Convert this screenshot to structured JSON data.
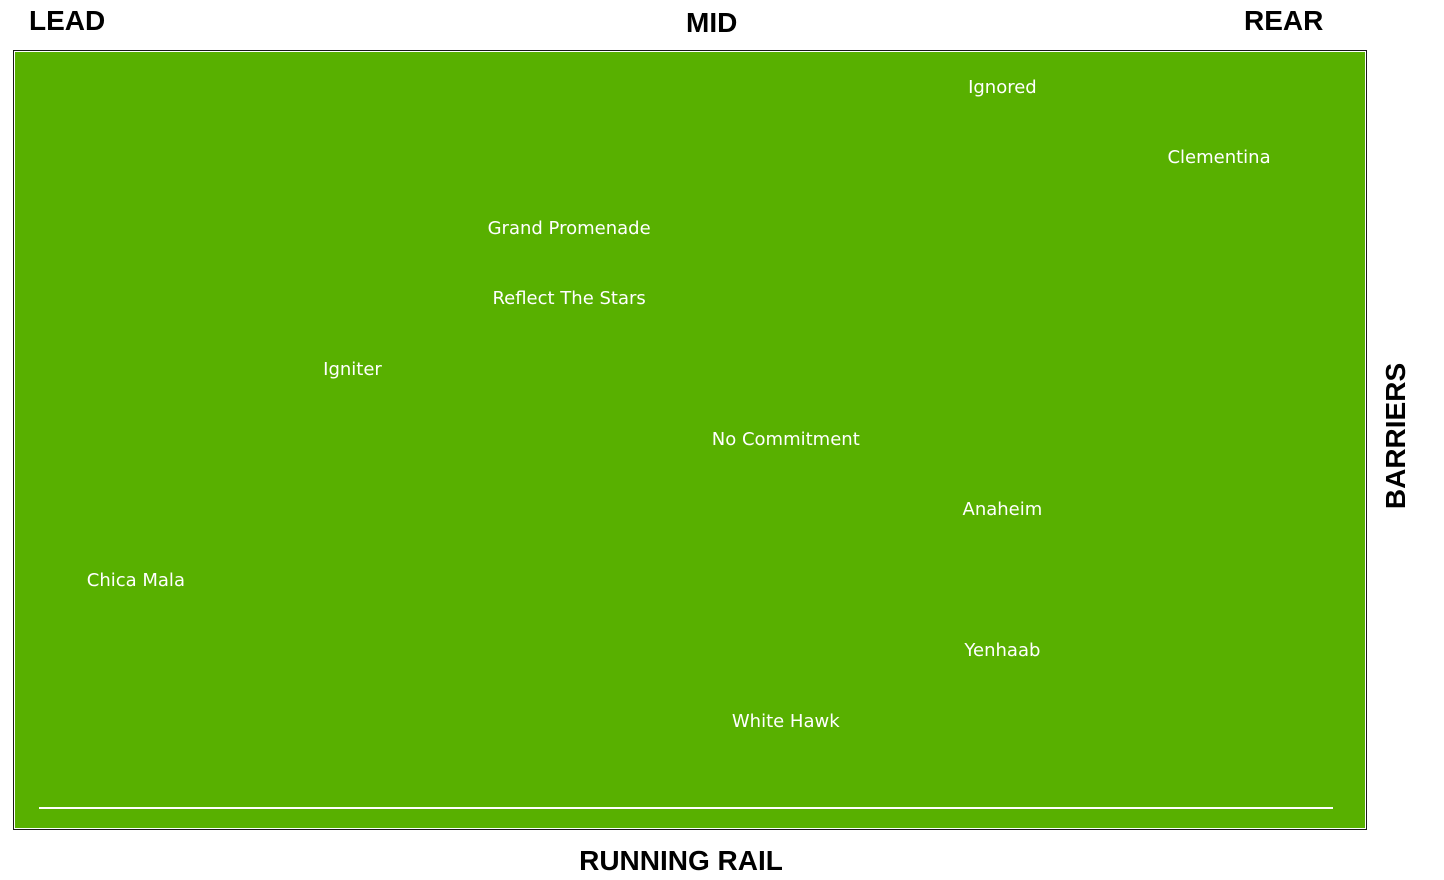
{
  "labels": {
    "lead": "LEAD",
    "mid": "MID",
    "rear": "REAR",
    "barriers": "BARRIERS",
    "running_rail": "RUNNING RAIL"
  },
  "colors": {
    "field": "#58b000",
    "horse_text": "#ffffff",
    "label_text": "#000000"
  },
  "horses": [
    {
      "name": "Ignored",
      "position": 0.73,
      "lane": 1
    },
    {
      "name": "Clementina",
      "position": 0.89,
      "lane": 2
    },
    {
      "name": "Grand Promenade",
      "position": 0.41,
      "lane": 3
    },
    {
      "name": "Reflect The Stars",
      "position": 0.41,
      "lane": 4
    },
    {
      "name": "Igniter",
      "position": 0.25,
      "lane": 5
    },
    {
      "name": "No Commitment",
      "position": 0.57,
      "lane": 6
    },
    {
      "name": "Anaheim",
      "position": 0.73,
      "lane": 7
    },
    {
      "name": "Chica Mala",
      "position": 0.09,
      "lane": 8
    },
    {
      "name": "Yenhaab",
      "position": 0.73,
      "lane": 9
    },
    {
      "name": "White Hawk",
      "position": 0.57,
      "lane": 10
    }
  ]
}
